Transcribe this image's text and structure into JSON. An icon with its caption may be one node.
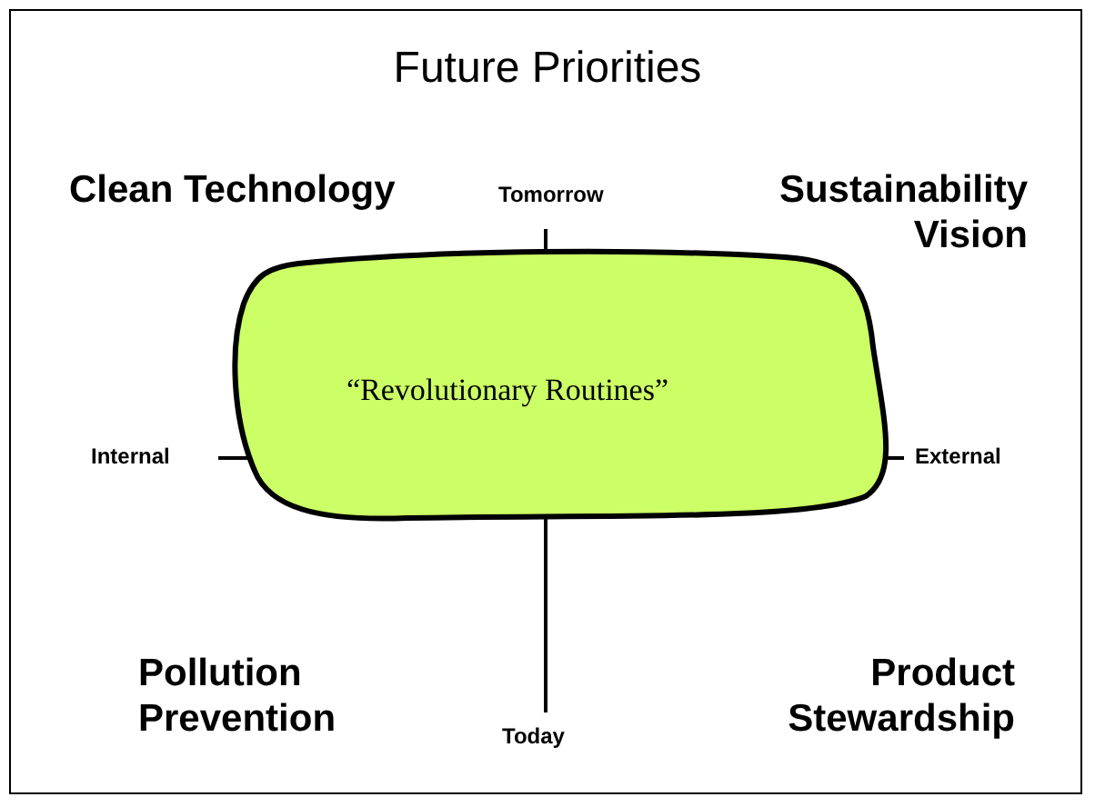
{
  "diagram": {
    "title": "Future Priorities",
    "nodes": [
      {
        "text": [
          "“Revolutionary Routines”"
        ]
      }
    ],
    "labels": [
      "Clean Technology",
      "Tomorrow",
      "Sustainability Vision",
      "Internal",
      "External",
      "Pollution Prevention",
      "Today",
      "Product Stewardship"
    ]
  }
}
